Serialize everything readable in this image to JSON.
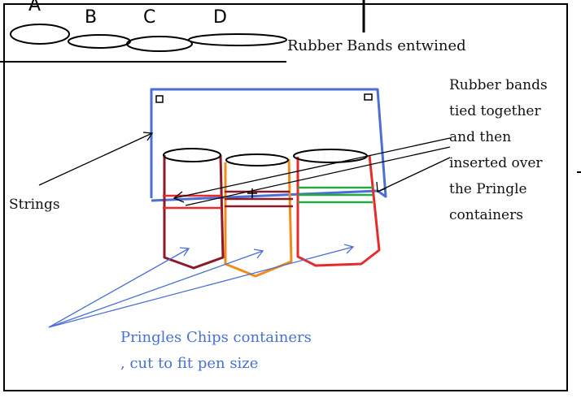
{
  "letters": [
    "A",
    "B",
    "C",
    "D"
  ],
  "rubber_bands_entwined": "Rubber Bands entwined",
  "note_lines": [
    "Rubber bands",
    "tied together",
    "and then",
    "inserted over",
    "the Pringle",
    "containers"
  ],
  "strings_label": "Strings",
  "pringles_lines": [
    "Pringles Chips containers",
    ", cut to fit pen size"
  ],
  "colors": {
    "frame": "#4a6fd6",
    "container_1": "#8b1a2b",
    "container_2": "#f08c1a",
    "container_3": "#e52b2b",
    "band_green": "#27a844",
    "annotation_blue": "#4a6fd6"
  }
}
